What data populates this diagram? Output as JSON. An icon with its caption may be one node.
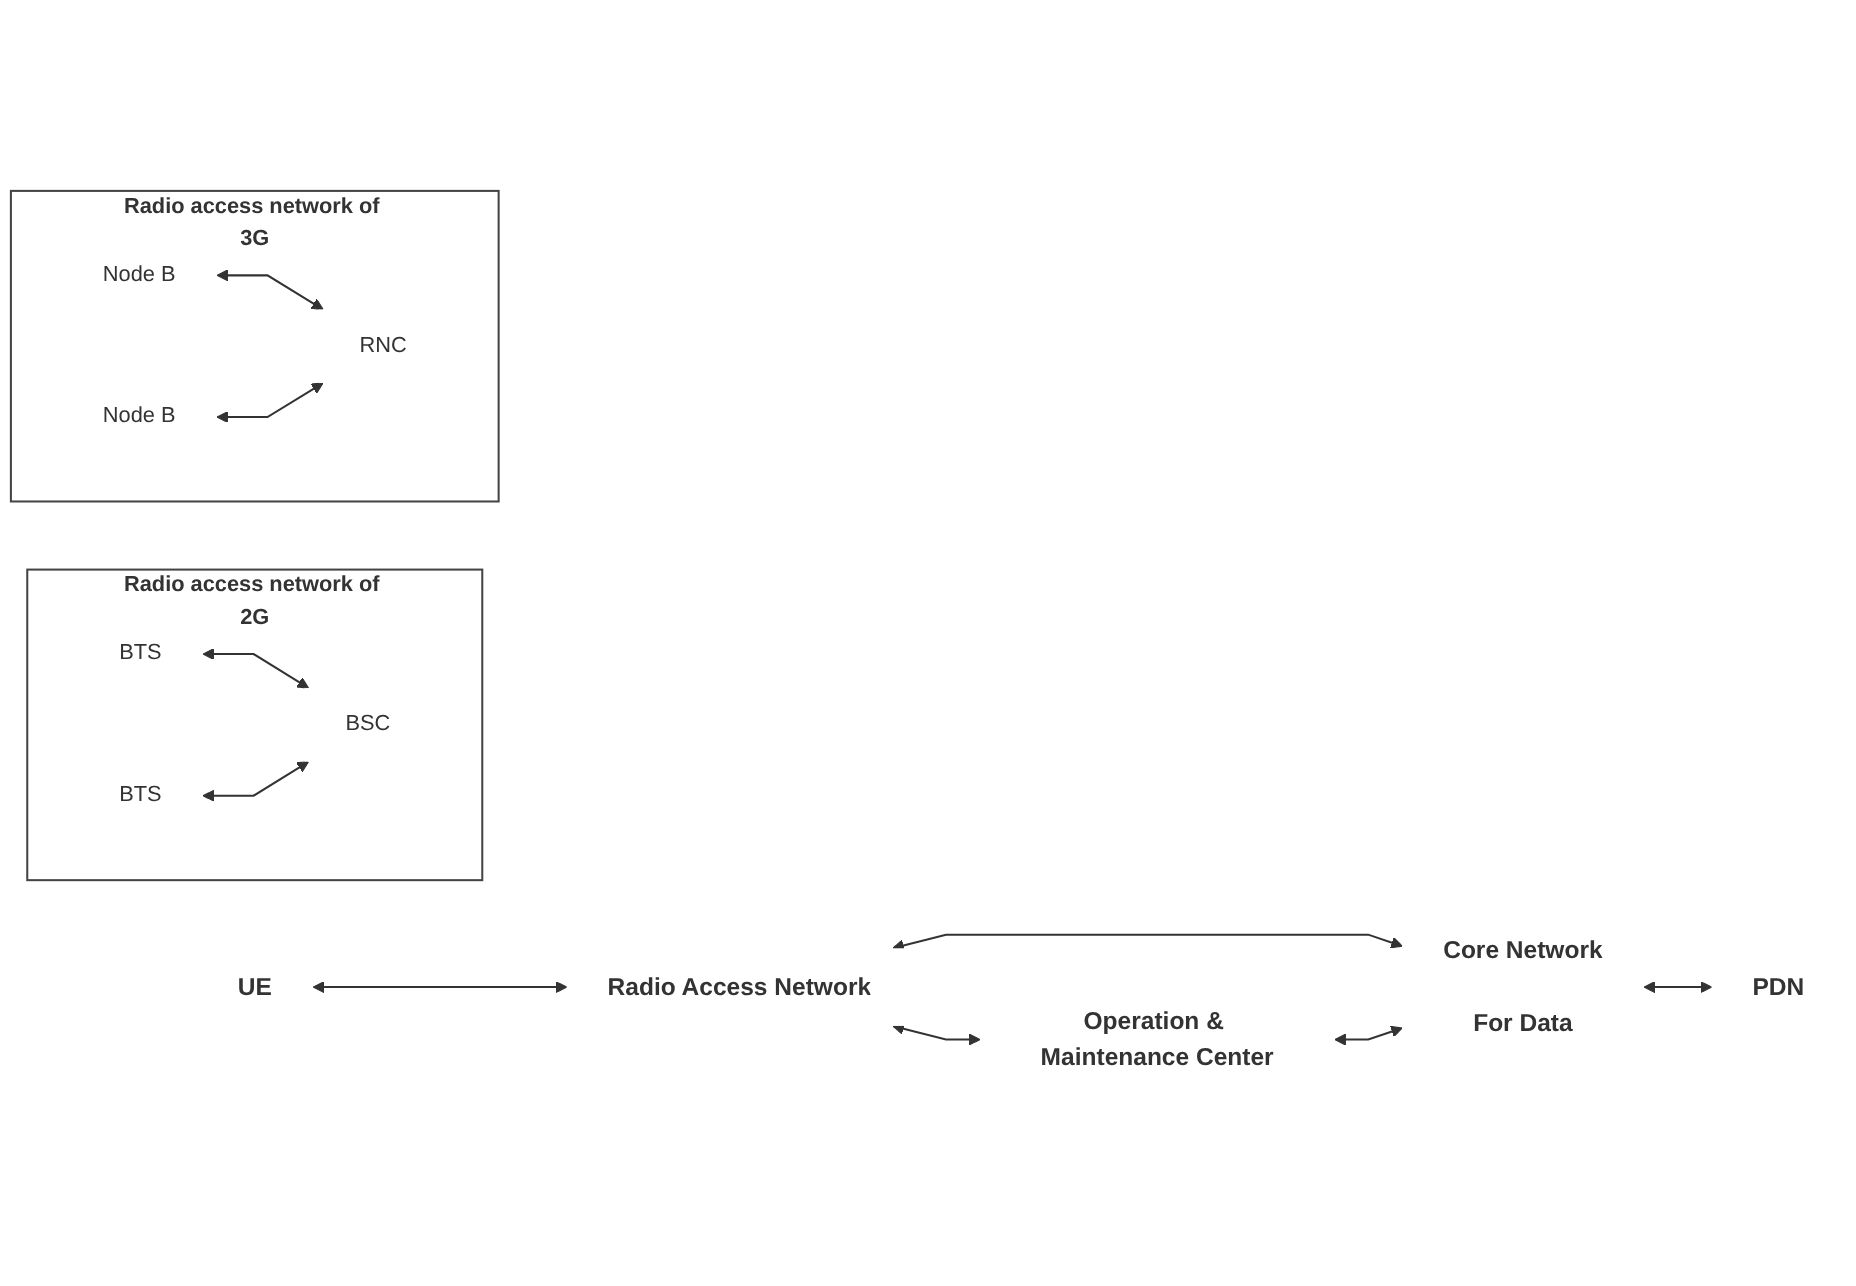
{
  "diagram": {
    "nodes": [
      {
        "text": [
          "UE"
        ]
      },
      {
        "text": [
          "Radio Access Network"
        ]
      },
      {
        "text": [
          "Operation & Maintenance Center"
        ]
      },
      {
        "text": [
          "Core Network"
        ],
        "beside": [
          "For Data"
        ]
      },
      {
        "text": [
          "PDN"
        ]
      },
      {
        "text": [
          "Radio access network of 2G"
        ]
      },
      {
        "text": [
          "BTS"
        ],
        "in": 5
      },
      {
        "text": [
          "BTS"
        ],
        "in": 5
      },
      {
        "text": [
          "BSC"
        ],
        "in": 5
      },
      {
        "text": [
          "Radio access network of 3G"
        ]
      },
      {
        "text": [
          "Node B"
        ],
        "in": 9
      },
      {
        "text": [
          "Node B"
        ],
        "in": 9
      },
      {
        "text": [
          "RNC"
        ],
        "in": 9
      }
    ],
    "edges": [
      {
        "from": 0,
        "to": 1,
        "arrow": "both"
      },
      {
        "from": 1,
        "to": 2,
        "arrow": "both"
      },
      {
        "from": 1,
        "to": 3,
        "arrow": "both"
      },
      {
        "from": 2,
        "to": 3,
        "arrow": "both"
      },
      {
        "from": 3,
        "to": 4,
        "arrow": "both"
      },
      {
        "from": 6,
        "to": 8,
        "arrow": "both"
      },
      {
        "from": 7,
        "to": 8,
        "arrow": "both"
      },
      {
        "from": 10,
        "to": 12,
        "arrow": "both"
      },
      {
        "from": 11,
        "to": 12,
        "arrow": "both"
      }
    ]
  }
}
